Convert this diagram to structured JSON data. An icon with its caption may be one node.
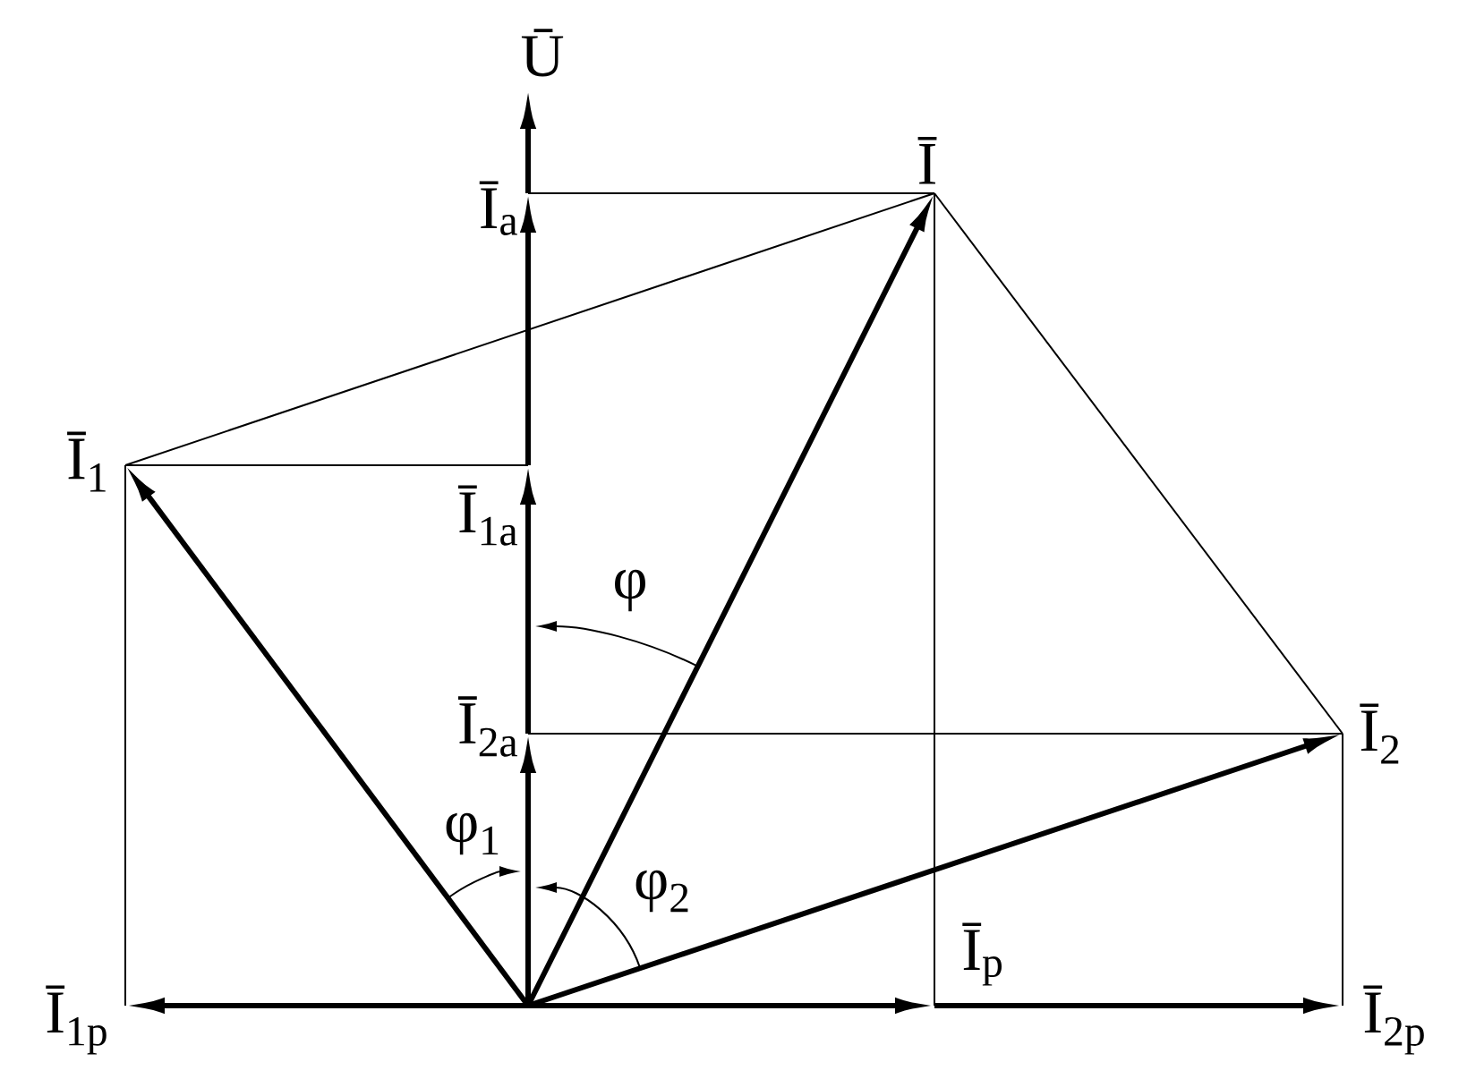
{
  "diagram": {
    "nodes": [
      {
        "text": [
          "Ū"
        ]
      },
      {
        "text": [
          "Ī$_{a}$"
        ]
      },
      {
        "text": [
          "Ī"
        ]
      },
      {
        "text": [
          "Ī$_{1}$"
        ]
      },
      {
        "text": [
          "Ī$_{1a}$"
        ]
      },
      {
        "text": [
          "Ī$_{2a}$"
        ]
      },
      {
        "text": [
          "Ī$_{2}$"
        ]
      },
      {
        "text": [
          "Ī$_{p}$"
        ]
      },
      {
        "text": [
          "Ī$_{2p}$"
        ]
      },
      {
        "text": [
          "Ī$_{1p}$"
        ]
      }
    ],
    "edges": [
      {
        "from": null,
        "to": 5,
        "arrow": "to"
      },
      {
        "from": 5,
        "to": 4,
        "arrow": "to"
      },
      {
        "from": 4,
        "to": 1,
        "arrow": "to"
      },
      {
        "from": 1,
        "to": 0,
        "arrow": "to"
      },
      {
        "from": null,
        "to": 3,
        "arrow": "to"
      },
      {
        "from": null,
        "to": 2,
        "arrow": "to"
      },
      {
        "from": null,
        "to": 6,
        "arrow": "to"
      },
      {
        "from": null,
        "to": 9,
        "arrow": "to"
      },
      {
        "from": null,
        "to": 7,
        "arrow": "to"
      },
      {
        "from": 7,
        "to": 8,
        "arrow": "to"
      },
      {
        "from": 1,
        "to": 2,
        "arrow": "none"
      },
      {
        "from": 2,
        "to": 3,
        "arrow": "none"
      },
      {
        "from": 2,
        "to": 6,
        "arrow": "none"
      },
      {
        "from": 3,
        "to": 4,
        "arrow": "none"
      },
      {
        "from": 3,
        "to": 9,
        "arrow": "none"
      },
      {
        "from": 5,
        "to": 6,
        "arrow": "none"
      },
      {
        "from": 6,
        "to": 8,
        "arrow": "none"
      },
      {
        "from": 2,
        "to": 7,
        "arrow": "none"
      }
    ],
    "labels": [
      "φ",
      "φ$_{1}$",
      "φ$_{2}$"
    ]
  }
}
